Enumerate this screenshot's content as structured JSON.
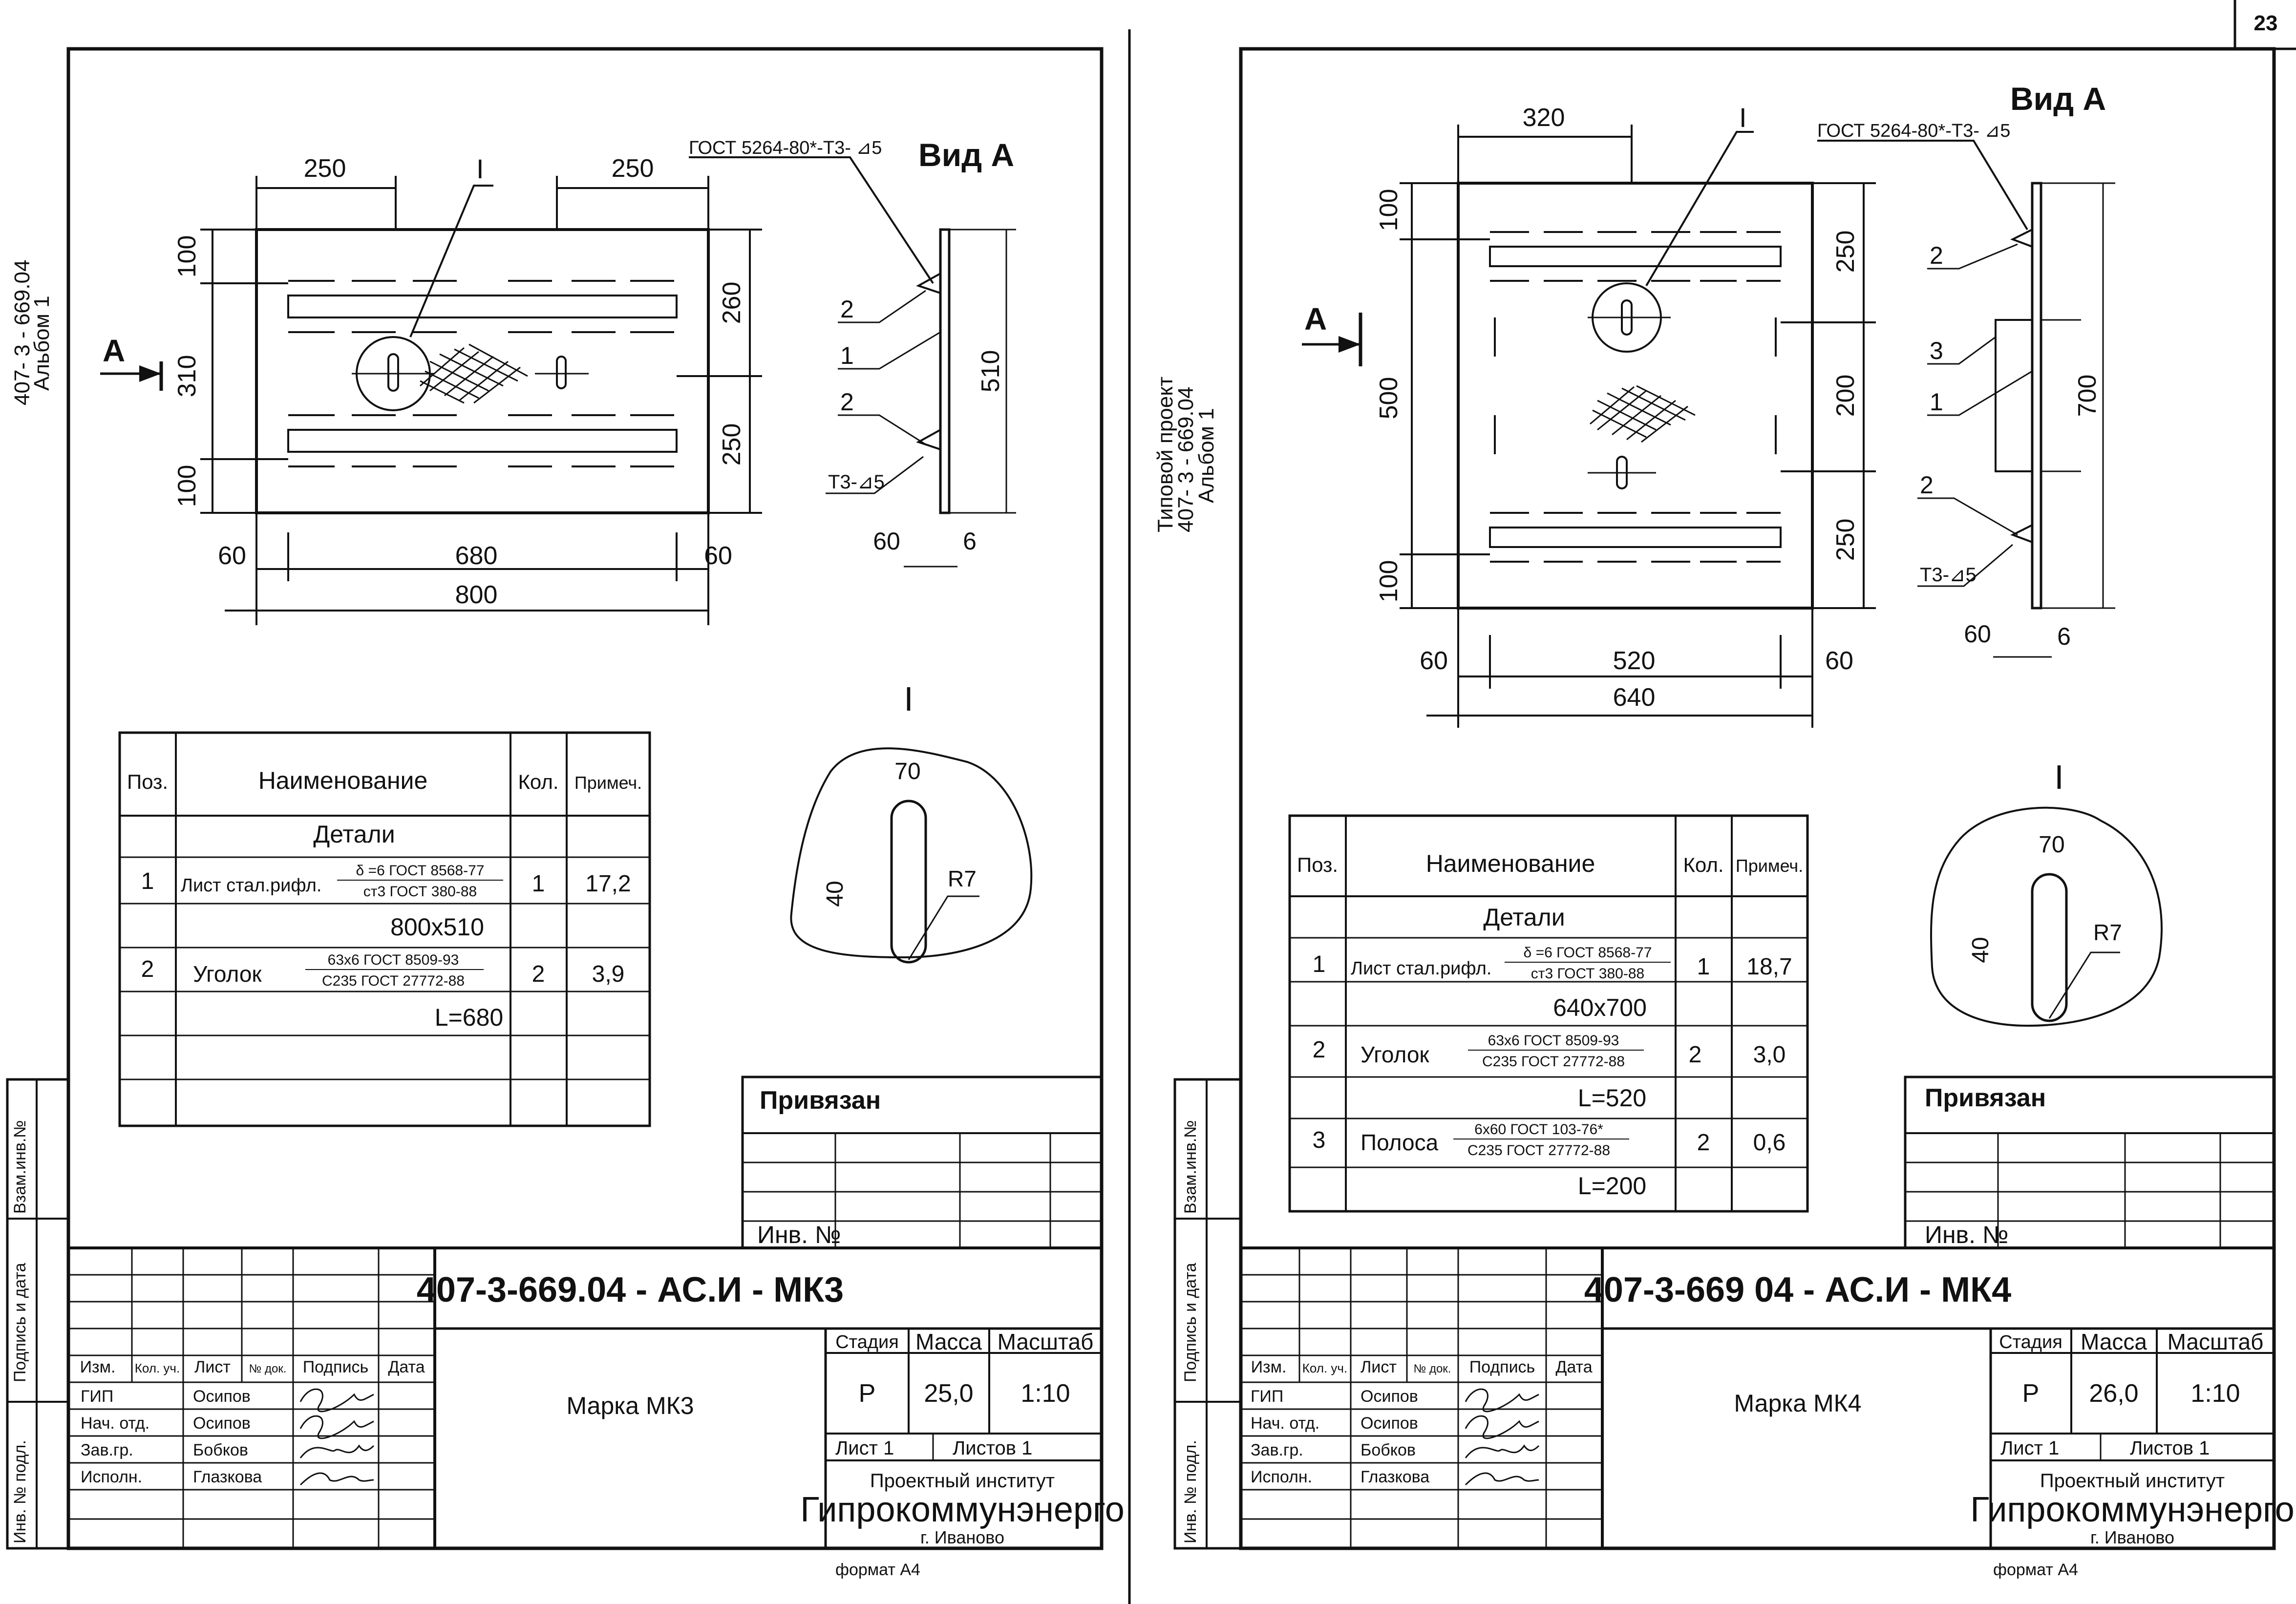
{
  "page_number": "23",
  "sheets": [
    {
      "side_note": [
        "407- 3 - 669.04",
        "Альбом 1"
      ],
      "view_label": "Вид А",
      "arrow_label": "А",
      "node_label": "I",
      "gost_weld": "ГОСТ 5264-80*-Т3- ⊿5",
      "weld_small": "Т3-⊿5",
      "plan_dims": {
        "top_left": "250",
        "top_right": "250",
        "right_1": "260",
        "right_2": "250",
        "left_top": "100",
        "left_mid": "310",
        "left_bot": "100",
        "bottom_left": "60",
        "bottom_mid": "680",
        "bottom_right": "60",
        "bottom_total": "800"
      },
      "side_dims": {
        "height": "510",
        "flange": "60",
        "thick": "6"
      },
      "side_callouts": [
        "2",
        "1",
        "2"
      ],
      "node_dims": {
        "width": "70",
        "height": "40",
        "radius": "R7"
      },
      "spec": {
        "headers": [
          "Поз.",
          "Наименование",
          "Кол.",
          "Примеч."
        ],
        "section": "Детали",
        "rows": [
          {
            "pos": "1",
            "name": "Лист стал.рифл.",
            "std_top": "δ =6 ГОСТ 8568-77",
            "std_bot": "ст3 ГОСТ 380-88",
            "qty": "1",
            "note": "17,2",
            "extra": "800х510"
          },
          {
            "pos": "2",
            "name": "Уголок",
            "std_top": "63х6 ГОСТ 8509-93",
            "std_bot": "С235 ГОСТ 27772-88",
            "qty": "2",
            "note": "3,9",
            "extra": "L=680"
          }
        ]
      },
      "side_stamp": [
        "Взам.инв.№",
        "Подпись и дата",
        "Инв. № подл."
      ],
      "privyazan": "Привязан",
      "inv_no": "Инв. №",
      "code": "407-3-669.04 - АС.И - МК3",
      "title": "Марка МК3",
      "stamp_headers": [
        "Изм.",
        "Кол. уч.",
        "Лист",
        "№ док.",
        "Подпись",
        "Дата"
      ],
      "people": [
        {
          "role": "ГИП",
          "name": "Осипов"
        },
        {
          "role": "Нач. отд.",
          "name": "Осипов"
        },
        {
          "role": "Зав.гр.",
          "name": "Бобков"
        },
        {
          "role": "Исполн.",
          "name": "Глазкова"
        }
      ],
      "stage_labels": [
        "Стадия",
        "Масса",
        "Масштаб"
      ],
      "stage": "Р",
      "mass": "25,0",
      "scale": "1:10",
      "list": "Лист 1",
      "listov": "Листов 1",
      "org_top": "Проектный институт",
      "org_name": "Гипрокоммунэнерго",
      "org_city": "г. Иваново",
      "format": "формат А4"
    },
    {
      "side_note": [
        "Типовой проект",
        "407- 3 - 669.04",
        "Альбом 1"
      ],
      "view_label": "Вид А",
      "arrow_label": "А",
      "node_label": "I",
      "gost_weld": "ГОСТ 5264-80*-Т3- ⊿5",
      "weld_small": "Т3-⊿5",
      "plan_dims": {
        "top_left": "320",
        "right_1": "250",
        "right_2": "200",
        "right_3": "250",
        "left_top": "100",
        "left_mid": "500",
        "left_bot": "100",
        "bottom_left": "60",
        "bottom_mid": "520",
        "bottom_right": "60",
        "bottom_total": "640"
      },
      "side_dims": {
        "height": "700",
        "flange": "60",
        "thick": "6"
      },
      "side_callouts": [
        "2",
        "3",
        "1",
        "2"
      ],
      "node_dims": {
        "width": "70",
        "height": "40",
        "radius": "R7"
      },
      "spec": {
        "headers": [
          "Поз.",
          "Наименование",
          "Кол.",
          "Примеч."
        ],
        "section": "Детали",
        "rows": [
          {
            "pos": "1",
            "name": "Лист стал.рифл.",
            "std_top": "δ =6 ГОСТ 8568-77",
            "std_bot": "ст3 ГОСТ 380-88",
            "qty": "1",
            "note": "18,7",
            "extra": "640х700"
          },
          {
            "pos": "2",
            "name": "Уголок",
            "std_top": "63х6 ГОСТ 8509-93",
            "std_bot": "С235 ГОСТ 27772-88",
            "qty": "2",
            "note": "3,0",
            "extra": "L=520"
          },
          {
            "pos": "3",
            "name": "Полоса",
            "std_top": "6х60 ГОСТ 103-76*",
            "std_bot": "С235 ГОСТ 27772-88",
            "qty": "2",
            "note": "0,6",
            "extra": "L=200"
          }
        ]
      },
      "side_stamp": [
        "Взам.инв.№",
        "Подпись и дата",
        "Инв. № подл."
      ],
      "privyazan": "Привязан",
      "inv_no": "Инв. №",
      "code": "407-3-669 04 -  АС.И - МК4",
      "title": "Марка МК4",
      "stamp_headers": [
        "Изм.",
        "Кол. уч.",
        "Лист",
        "№ док.",
        "Подпись",
        "Дата"
      ],
      "people": [
        {
          "role": "ГИП",
          "name": "Осипов"
        },
        {
          "role": "Нач. отд.",
          "name": "Осипов"
        },
        {
          "role": "Зав.гр.",
          "name": "Бобков"
        },
        {
          "role": "Исполн.",
          "name": "Глазкова"
        }
      ],
      "stage_labels": [
        "Стадия",
        "Масса",
        "Масштаб"
      ],
      "stage": "Р",
      "mass": "26,0",
      "scale": "1:10",
      "list": "Лист 1",
      "listov": "Листов 1",
      "org_top": "Проектный институт",
      "org_name": "Гипрокоммунэнерго",
      "org_city": "г. Иваново",
      "format": "формат А4"
    }
  ]
}
